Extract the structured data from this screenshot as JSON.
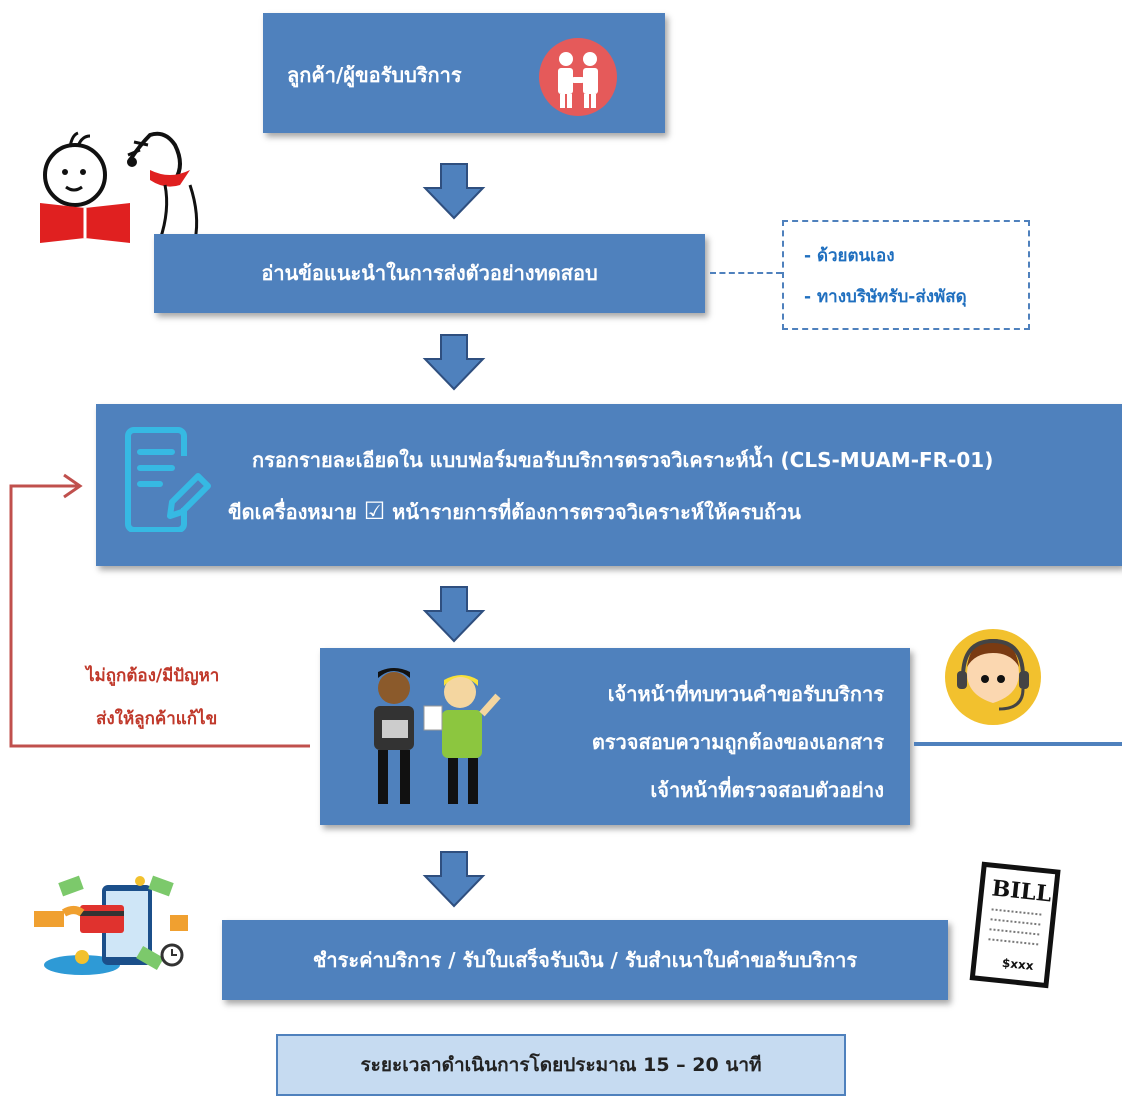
{
  "steps": {
    "customer": "ลูกค้า/ผู้ขอรับบริการ",
    "read_instructions": "อ่านข้อแนะนำในการส่งตัวอย่างทดสอบ",
    "delivery_options": [
      "- ด้วยตนเอง",
      "- ทางบริษัทรับ-ส่งพัสดุ"
    ],
    "form_line1": "กรอกรายละเอียดใน แบบฟอร์มขอรับบริการตรวจวิเคราะห์น้ำ (CLS-MUAM-FR-01)",
    "form_line2_a": "ขีดเครื่องหมาย",
    "form_check": "☑",
    "form_line2_b": "หน้ารายการที่ต้องการตรวจวิเคราะห์ให้ครบถ้วน",
    "review_lines": [
      "เจ้าหน้าที่ทบทวนคำขอรับบริการ",
      "ตรวจสอบความถูกต้องของเอกสาร",
      "เจ้าหน้าที่ตรวจสอบตัวอย่าง"
    ],
    "reject_lines": [
      "ไม่ถูกต้อง/มีปัญหา",
      "ส่งให้ลูกค้าแก้ไข"
    ],
    "payment": "ชำระค่าบริการ / รับใบเสร็จรับเงิน / รับสำเนาใบคำขอรับบริการ",
    "duration": "ระยะเวลาดำเนินการโดยประมาณ 15 – 20 นาที"
  },
  "bill": {
    "title": "BILL",
    "amount": "$xxx"
  },
  "colors": {
    "box": "#4f81bd",
    "arrow": "#4f81bd",
    "arrow_stroke": "#2f4f7f",
    "reject_text": "#c0392b",
    "reject_line": "#c0504d",
    "option_text": "#1f6fbf",
    "duration_bg": "#c6dbf1"
  },
  "icons": [
    "handshake-icon",
    "reading-child-dog-icon",
    "form-edit-icon",
    "staff-review-icon",
    "headset-support-icon",
    "payment-money-icon",
    "bill-receipt-icon"
  ]
}
